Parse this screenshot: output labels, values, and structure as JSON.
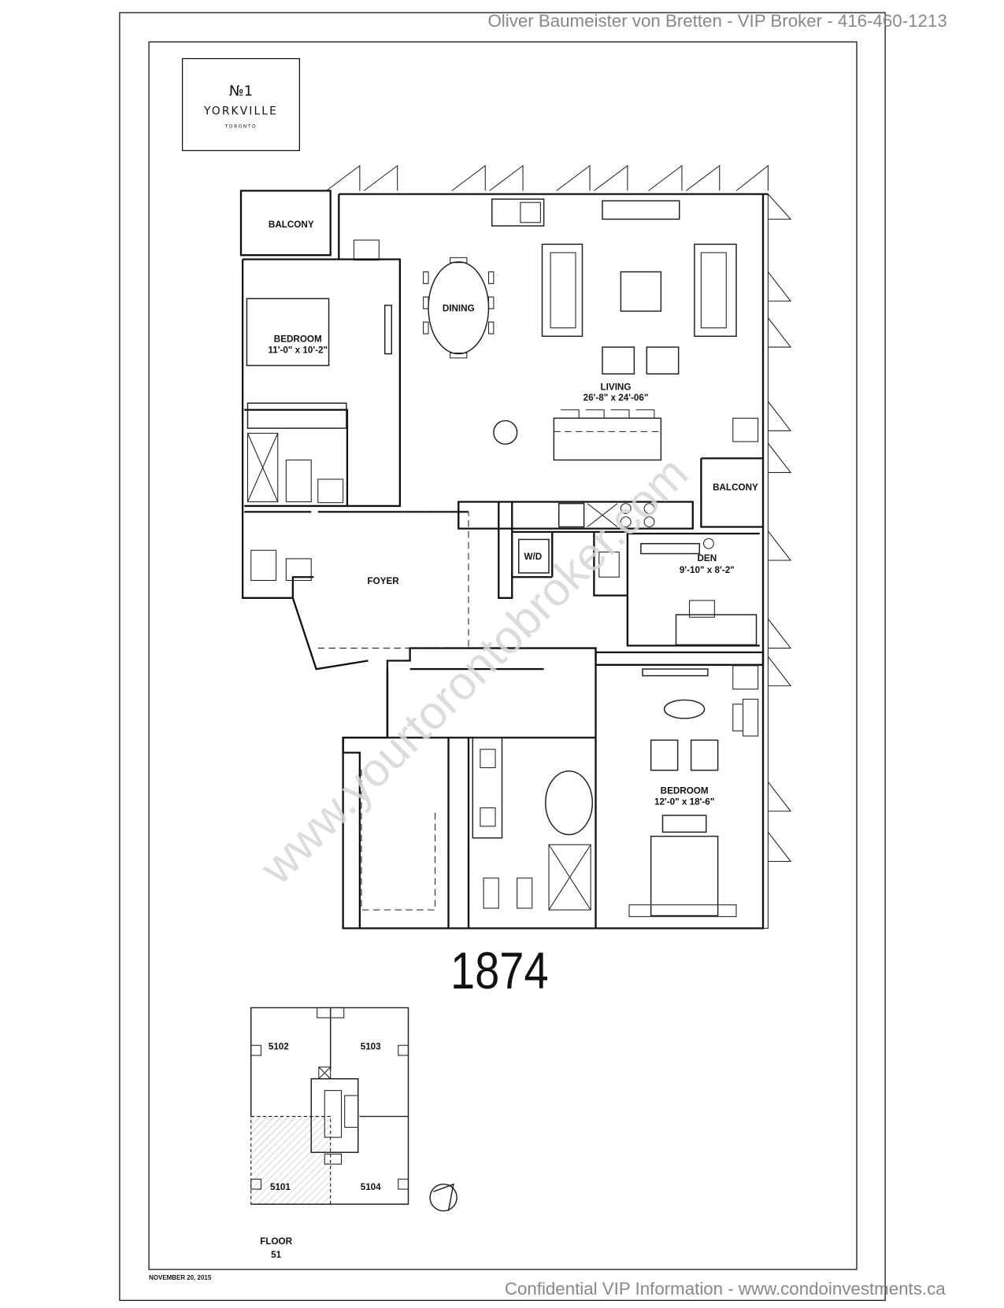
{
  "header_text": "Oliver Baumeister von Bretten - VIP Broker - 416-460-1213",
  "footer_text": "Confidential VIP Information - www.condoinvestments.ca",
  "watermark": "www.yourtorontobroker.com",
  "logo": {
    "line1": "№1",
    "line2": "YORKVILLE",
    "line3": "TORONTO"
  },
  "rooms": {
    "balcony_left": "BALCONY",
    "bedroom1": {
      "name": "BEDROOM",
      "size": "11'-0\" x 10'-2\""
    },
    "dining": "DINING",
    "living": {
      "name": "LIVING",
      "size": "26'-8\" x 24'-06\""
    },
    "balcony_right": "BALCONY",
    "foyer": "FOYER",
    "wd": "W/D",
    "den": {
      "name": "DEN",
      "size": "9'-10\" x 8'-2\""
    },
    "bedroom2": {
      "name": "BEDROOM",
      "size": "12'-0\" x 18'-6\""
    }
  },
  "unit_number": "1874",
  "keyplan": {
    "units": [
      "5102",
      "5103",
      "5101",
      "5104"
    ],
    "highlighted": "5101",
    "floor_label": "FLOOR",
    "floor_number": "51"
  },
  "date": "NOVEMBER 20, 2015"
}
